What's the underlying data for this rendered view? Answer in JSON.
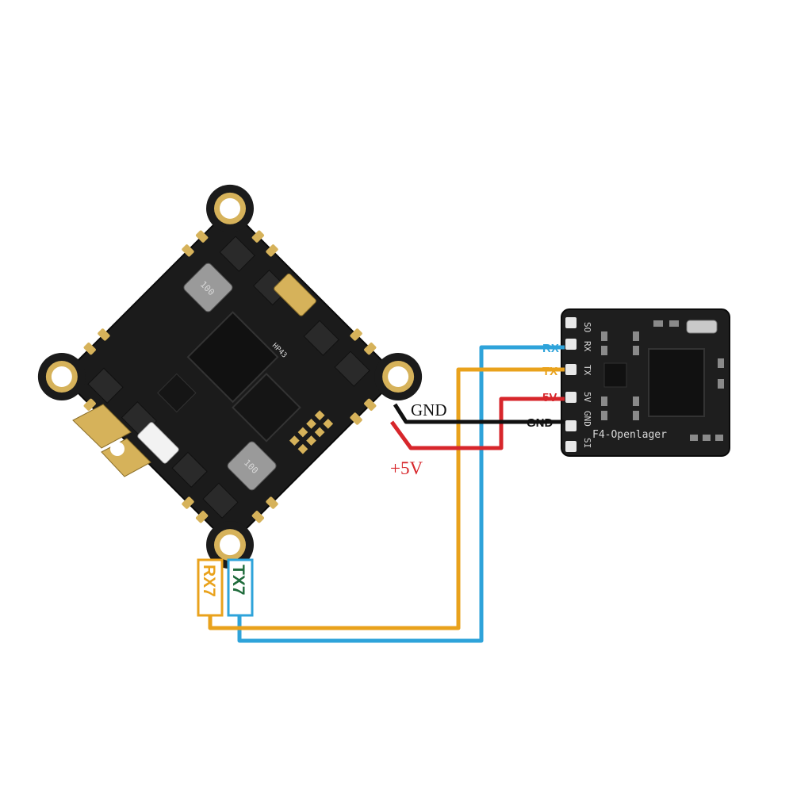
{
  "fc_board": {
    "inductor_top_text": "100",
    "inductor_bottom_text": "100",
    "silk_model": "HP43",
    "plus_sign": "+"
  },
  "module_board": {
    "pin_silkscreen": [
      "SO",
      "RX",
      "TX",
      "5V",
      "GND",
      "SI"
    ],
    "name_silk": "F4-Openlager"
  },
  "labels": {
    "rx7": "RX7",
    "tx7": "TX7",
    "fc_gnd": "GND",
    "fc_5v": "+5V",
    "mod_rx": "RX",
    "mod_tx": "TX",
    "mod_5v": "5V",
    "mod_gnd": "GND"
  },
  "wire_colors": {
    "rx_line": "#2ea3da",
    "tx_line": "#e9a21c",
    "power_line": "#d7262b",
    "ground_line": "#111111"
  }
}
